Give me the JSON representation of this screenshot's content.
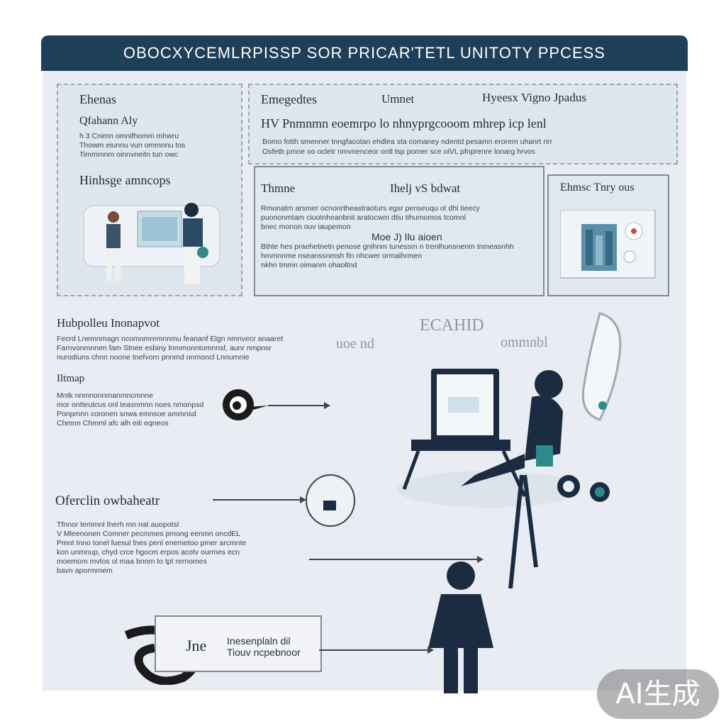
{
  "header": {
    "title": "OBOCXYCEMLRPISSP SOR PRICAR'TETL UNITOTY PPCESS"
  },
  "panel_left": {
    "title": "Ehenas",
    "subtitle": "Qfahann Aly",
    "body": "h 3 Cnimn omnifhomm mhwru\nThowm eiunnu vun ommnnu tos\nTimmmnm oinnvneitn tun owc",
    "section": "Hinhsge amncops"
  },
  "panel_top_right": {
    "col1": "Emegedtes",
    "col2": "Umnet",
    "col3": "Hyeesx Vigno Jpadus",
    "line1": "HV Pnmnmn eoemrpo lo nhnyprgcooom mhrep icp lenl",
    "line2": "Bomo fotth smenner tnngfacotan ehdlea sta comaney ndentd pesamn erorem uhanrt rirr",
    "line3": "Osfetb pmne oo ocletr nmvnenceor ontl tsp pomer sce oiVL pfnprenre lonarg hrvos"
  },
  "panel_mid": {
    "col1": "Thmne",
    "col2": "Ihelj vS bdwat",
    "body1": "Rmonatm arsmer ocnonrtheastraoturs egsr penseuqu ot dhl tieecy\npuononmtam ciuotnheanbnit aratocwm dtiu tihumomos tcomnl\nbnec monon ouv iaupemon",
    "note": "Moe J) Ilu aioen",
    "body2": "Bthte hes praehetnetn penose gnihnm tunessm n trenlhunsnenm tnmeasnhh\nhmmnnme nseanssnmsh fin nhcwer ormalhrmen\nnkhn tmmn oimanm ohaoltnd"
  },
  "panel_right": {
    "title": "Ehmsc Tnry ous"
  },
  "section_a": {
    "title": "Hubpolleu Inonapvot",
    "body": "Fecrd Lnemnmagn ncomnmremnnmu feananf Elgn nmnvecr anaaret\nFarnvonmnnen fam Stnee esbiny lnmmonntomnnsf, aunr nmpnsr\nnurodiuns chnn noone tnefvorn pnnmd nnmoncl Lnnumnie",
    "overlay1": "ECAHID",
    "overlay2": "uoe nd",
    "overlay3": "ommnbl"
  },
  "section_b": {
    "label": "Iltmap",
    "body": "Mntk nnmnonnmanmncmnne\nmor ontteutcus onl teasnmnn noes nmonpsd\nPonpmnn coronen snwa emnsoe ammnsd\nChmnn Chmml afc alh eiti eqneos"
  },
  "section_c": {
    "title": "Oferclin owbaheatr",
    "body": "Tfnnor temmnl fnerh mn nat auopotsl\nV Mleenonen Comner pecmmes pmong eenmn oncdEL\nPmnt Inno tonel fuesul fnes penl enemetoo pmer arcmnte\nkon unmnup, chyd crce hgocm erpos acotv ourmes ecn\nmoemom mvtos ol maa bnnm to tpt rernomes\nbavn apormmem"
  },
  "section_d": {
    "label": "Jne",
    "line1": "Inesenplaln dil",
    "line2": "Tiouv ncpebnoor"
  },
  "watermark": "AI生成",
  "colors": {
    "header": "#1d3f58",
    "accent": "#2d8a8a",
    "dark_figure": "#1b2c42"
  }
}
